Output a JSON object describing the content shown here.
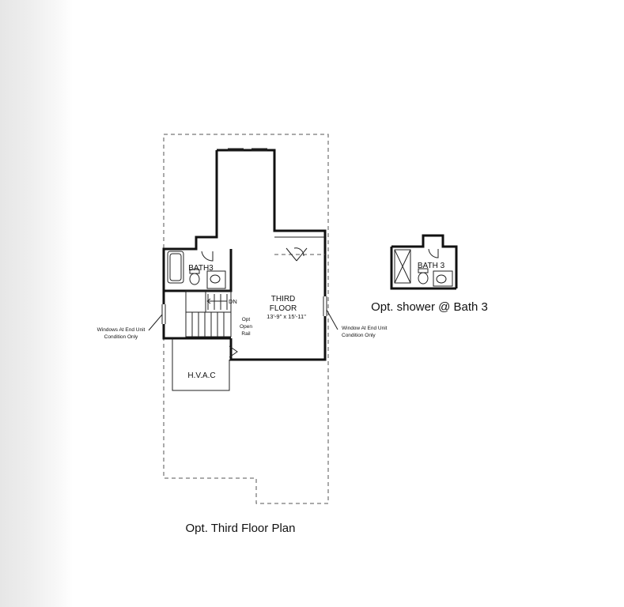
{
  "main_plan": {
    "caption": "Opt. Third Floor Plan",
    "bath_label": "BATH3",
    "room": {
      "name_line1": "THIRD",
      "name_line2": "FLOOR",
      "dimensions": "13'-9\" x 15'-11\""
    },
    "stair_label": "DN",
    "rail_note": [
      "Opt",
      "Open",
      "Rail"
    ],
    "hvac_label": "H.V.A.C",
    "left_window_note": [
      "Windows At End Unit",
      "Condition Only"
    ],
    "right_window_note": [
      "Window At End Unit",
      "Condition Only"
    ]
  },
  "option_plan": {
    "caption": "Opt. shower @ Bath 3",
    "bath_label": "BATH 3"
  }
}
